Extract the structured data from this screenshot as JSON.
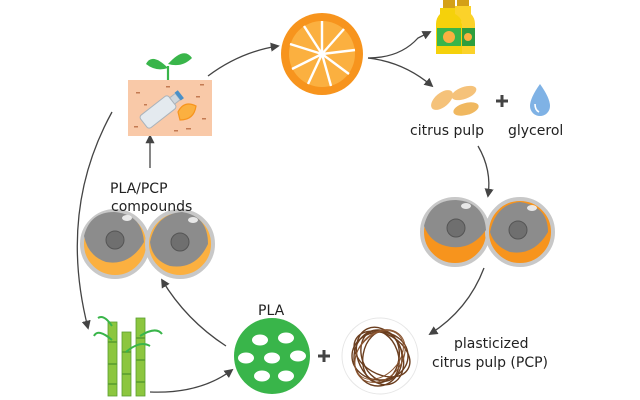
{
  "labels": {
    "citrus_pulp": "citrus pulp",
    "glycerol": "glycerol",
    "pla_pcp_line1": "PLA/PCP",
    "pla_pcp_line2": "compounds",
    "pla": "PLA",
    "plasticized_line1": "plasticized",
    "plasticized_line2": "citrus pulp (PCP)"
  },
  "colors": {
    "orange": "#f7941d",
    "orange_light": "#fbb040",
    "pulp": "#f5c27a",
    "gray": "#8c8c8c",
    "green": "#39b54a",
    "soil": "#f9c9a8",
    "drop": "#7fb2e5",
    "fiber": "#6b3e1f",
    "arrow": "#444444"
  },
  "icons": {
    "orange": "orange-slice-icon",
    "juice": "juice-bottles-icon",
    "pulp": "citrus-pulp-icon",
    "glycerol": "glycerol-drop-icon",
    "soil": "compost-soil-icon",
    "sugarcane": "sugarcane-icon",
    "pla": "pla-pellets-icon",
    "pcp": "pcp-fiber-icon",
    "blend": "polymer-blend-icon"
  }
}
